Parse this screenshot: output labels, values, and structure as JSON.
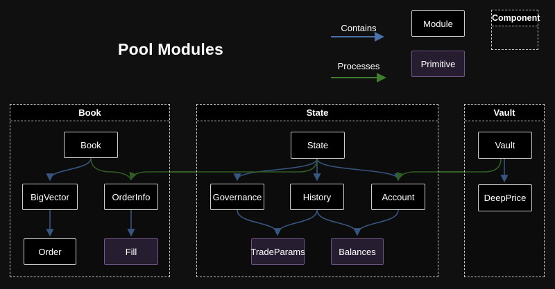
{
  "title": "Pool Modules",
  "legend": {
    "contains_label": "Contains",
    "processes_label": "Processes",
    "module_label": "Module",
    "primitive_label": "Primitive",
    "component_label": "Component"
  },
  "colors": {
    "background": "#101010",
    "contains_arrow": "#4a72a8",
    "processes_arrow": "#417d2e",
    "module_border": "#cfcfcf",
    "module_fill": "#000000",
    "primitive_border": "#715689",
    "primitive_fill": "#261d30",
    "container_border": "#c8c8c8"
  },
  "groups": [
    {
      "name": "Book",
      "nodes": [
        {
          "id": "Book",
          "label": "Book",
          "type": "module"
        },
        {
          "id": "BigVector",
          "label": "BigVector",
          "type": "module"
        },
        {
          "id": "OrderInfo",
          "label": "OrderInfo",
          "type": "module"
        },
        {
          "id": "Order",
          "label": "Order",
          "type": "module"
        },
        {
          "id": "Fill",
          "label": "Fill",
          "type": "primitive"
        }
      ]
    },
    {
      "name": "State",
      "nodes": [
        {
          "id": "State",
          "label": "State",
          "type": "module"
        },
        {
          "id": "Governance",
          "label": "Governance",
          "type": "module"
        },
        {
          "id": "History",
          "label": "History",
          "type": "module"
        },
        {
          "id": "Account",
          "label": "Account",
          "type": "module"
        },
        {
          "id": "TradeParams",
          "label": "TradeParams",
          "type": "primitive"
        },
        {
          "id": "Balances",
          "label": "Balances",
          "type": "primitive"
        }
      ]
    },
    {
      "name": "Vault",
      "nodes": [
        {
          "id": "Vault",
          "label": "Vault",
          "type": "module"
        },
        {
          "id": "DeepPrice",
          "label": "DeepPrice",
          "type": "module"
        }
      ]
    }
  ],
  "edges": [
    {
      "from": "Book",
      "to": "BigVector",
      "type": "contains"
    },
    {
      "from": "Book",
      "to": "OrderInfo",
      "type": "contains"
    },
    {
      "from": "BigVector",
      "to": "Order",
      "type": "contains"
    },
    {
      "from": "OrderInfo",
      "to": "Fill",
      "type": "contains"
    },
    {
      "from": "State",
      "to": "Governance",
      "type": "contains"
    },
    {
      "from": "State",
      "to": "History",
      "type": "contains"
    },
    {
      "from": "State",
      "to": "Account",
      "type": "contains"
    },
    {
      "from": "Governance",
      "to": "TradeParams",
      "type": "contains"
    },
    {
      "from": "History",
      "to": "TradeParams",
      "type": "contains"
    },
    {
      "from": "History",
      "to": "Balances",
      "type": "contains"
    },
    {
      "from": "Account",
      "to": "Balances",
      "type": "contains"
    },
    {
      "from": "Vault",
      "to": "DeepPrice",
      "type": "contains"
    },
    {
      "from": "State",
      "to": "OrderInfo",
      "type": "processes"
    },
    {
      "from": "Vault",
      "to": "Account",
      "type": "processes"
    }
  ]
}
